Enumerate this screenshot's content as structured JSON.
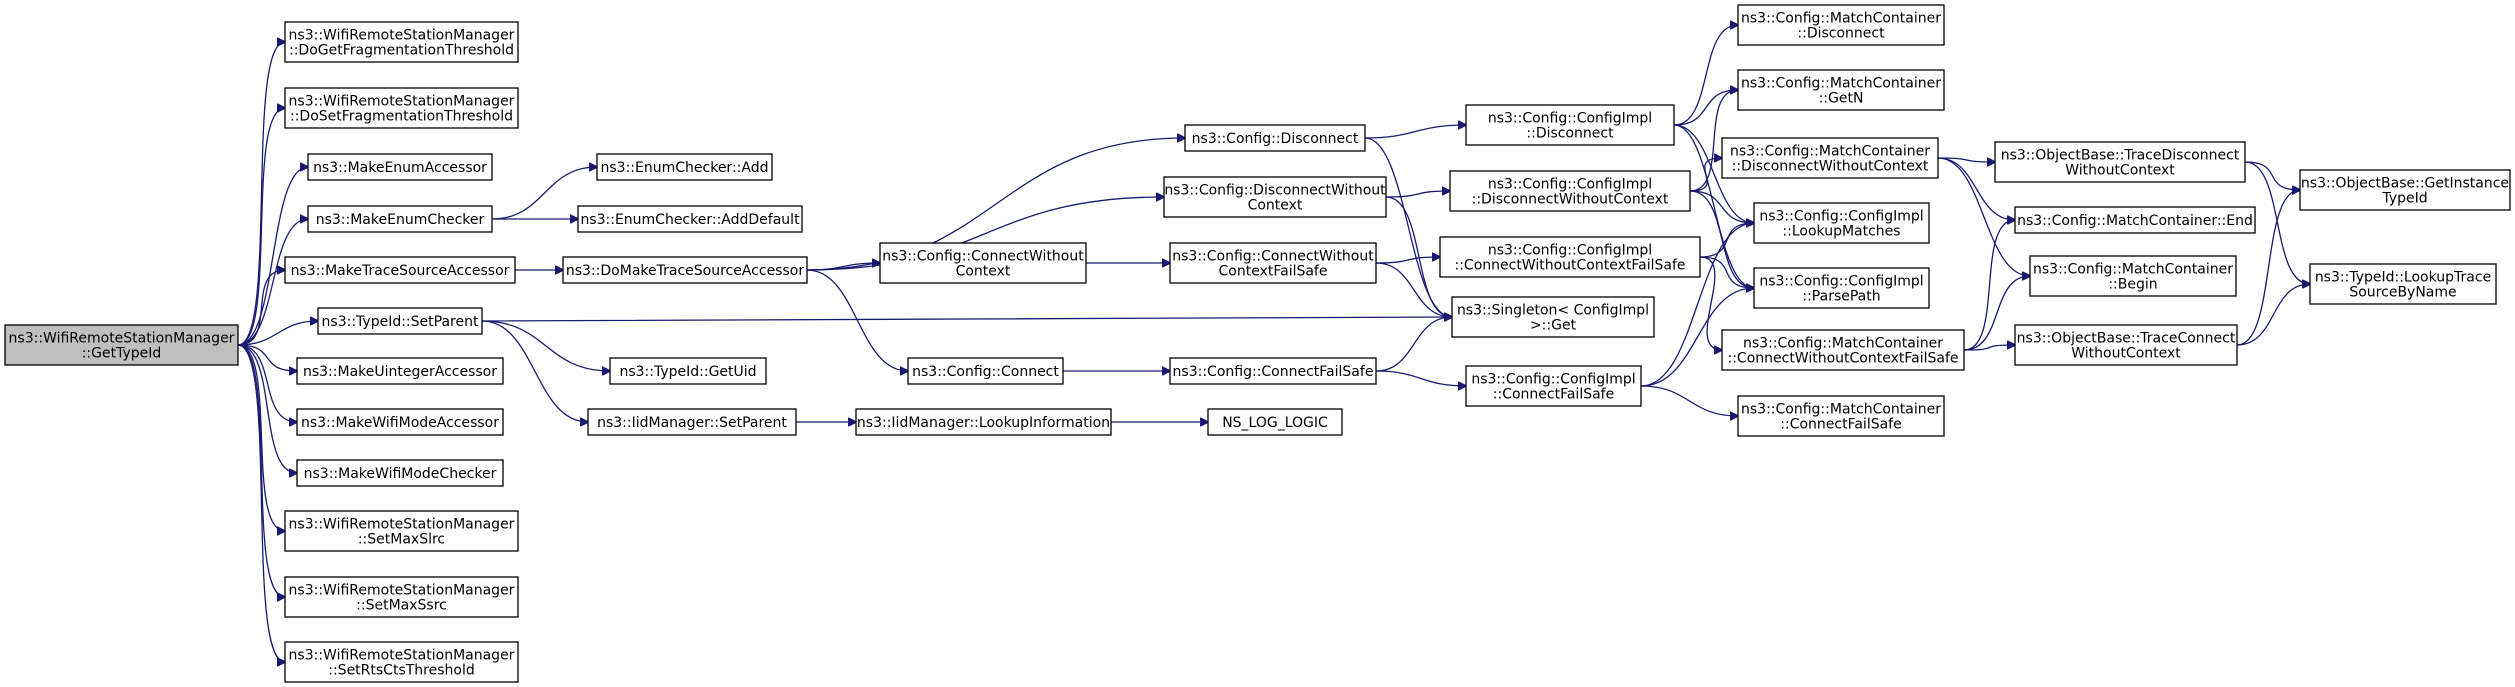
{
  "graph": {
    "nodes": [
      {
        "id": "root",
        "lines": [
          "ns3::WifiRemoteStationManager",
          "::GetTypeId"
        ],
        "root": true
      },
      {
        "id": "doGetFrag",
        "lines": [
          "ns3::WifiRemoteStationManager",
          "::DoGetFragmentationThreshold"
        ]
      },
      {
        "id": "doSetFrag",
        "lines": [
          "ns3::WifiRemoteStationManager",
          "::DoSetFragmentationThreshold"
        ]
      },
      {
        "id": "makeEnumAccessor",
        "lines": [
          "ns3::MakeEnumAccessor"
        ]
      },
      {
        "id": "makeEnumChecker",
        "lines": [
          "ns3::MakeEnumChecker"
        ]
      },
      {
        "id": "makeTraceSourceAccessor",
        "lines": [
          "ns3::MakeTraceSourceAccessor"
        ]
      },
      {
        "id": "typeIdSetParent",
        "lines": [
          "ns3::TypeId::SetParent"
        ]
      },
      {
        "id": "makeUintegerAccessor",
        "lines": [
          "ns3::MakeUintegerAccessor"
        ]
      },
      {
        "id": "makeWifiModeAccessor",
        "lines": [
          "ns3::MakeWifiModeAccessor"
        ]
      },
      {
        "id": "makeWifiModeChecker",
        "lines": [
          "ns3::MakeWifiModeChecker"
        ]
      },
      {
        "id": "setMaxSlrc",
        "lines": [
          "ns3::WifiRemoteStationManager",
          "::SetMaxSlrc"
        ]
      },
      {
        "id": "setMaxSsrc",
        "lines": [
          "ns3::WifiRemoteStationManager",
          "::SetMaxSsrc"
        ]
      },
      {
        "id": "setRtsCts",
        "lines": [
          "ns3::WifiRemoteStationManager",
          "::SetRtsCtsThreshold"
        ]
      },
      {
        "id": "enumCheckerAdd",
        "lines": [
          "ns3::EnumChecker::Add"
        ]
      },
      {
        "id": "enumCheckerAddDefault",
        "lines": [
          "ns3::EnumChecker::AddDefault"
        ]
      },
      {
        "id": "doMakeTraceSourceAccessor",
        "lines": [
          "ns3::DoMakeTraceSourceAccessor"
        ]
      },
      {
        "id": "typeIdGetUid",
        "lines": [
          "ns3::TypeId::GetUid"
        ]
      },
      {
        "id": "iidSetParent",
        "lines": [
          "ns3::IidManager::SetParent"
        ]
      },
      {
        "id": "configDisconnect",
        "lines": [
          "ns3::Config::Disconnect"
        ]
      },
      {
        "id": "configDisconnectWithout",
        "lines": [
          "ns3::Config::DisconnectWithout",
          "Context"
        ]
      },
      {
        "id": "configConnectWithout",
        "lines": [
          "ns3::Config::ConnectWithout",
          "Context"
        ]
      },
      {
        "id": "configConnect",
        "lines": [
          "ns3::Config::Connect"
        ]
      },
      {
        "id": "iidLookupInfo",
        "lines": [
          "ns3::IidManager::LookupInformation"
        ]
      },
      {
        "id": "configConnectWithoutFailSafe",
        "lines": [
          "ns3::Config::ConnectWithout",
          "ContextFailSafe"
        ]
      },
      {
        "id": "configConnectFailSafe",
        "lines": [
          "ns3::Config::ConnectFailSafe"
        ]
      },
      {
        "id": "nsLogLogic",
        "lines": [
          "NS_LOG_LOGIC"
        ]
      },
      {
        "id": "implDisconnect",
        "lines": [
          "ns3::Config::ConfigImpl",
          "::Disconnect"
        ]
      },
      {
        "id": "implDisconnectWithout",
        "lines": [
          "ns3::Config::ConfigImpl",
          "::DisconnectWithoutContext"
        ]
      },
      {
        "id": "implConnectWithoutFailSafe",
        "lines": [
          "ns3::Config::ConfigImpl",
          "::ConnectWithoutContextFailSafe"
        ]
      },
      {
        "id": "singletonGet",
        "lines": [
          "ns3::Singleton< ConfigImpl",
          " >::Get"
        ]
      },
      {
        "id": "implConnectFailSafe",
        "lines": [
          "ns3::Config::ConfigImpl",
          "::ConnectFailSafe"
        ]
      },
      {
        "id": "mcDisconnect",
        "lines": [
          "ns3::Config::MatchContainer",
          "::Disconnect"
        ]
      },
      {
        "id": "mcGetN",
        "lines": [
          "ns3::Config::MatchContainer",
          "::GetN"
        ]
      },
      {
        "id": "mcDisconnectWithout",
        "lines": [
          "ns3::Config::MatchContainer",
          "::DisconnectWithoutContext"
        ]
      },
      {
        "id": "implLookupMatches",
        "lines": [
          "ns3::Config::ConfigImpl",
          "::LookupMatches"
        ]
      },
      {
        "id": "implParsePath",
        "lines": [
          "ns3::Config::ConfigImpl",
          "::ParsePath"
        ]
      },
      {
        "id": "mcConnectWithoutFailSafe",
        "lines": [
          "ns3::Config::MatchContainer",
          "::ConnectWithoutContextFailSafe"
        ]
      },
      {
        "id": "mcConnectFailSafe",
        "lines": [
          "ns3::Config::MatchContainer",
          "::ConnectFailSafe"
        ]
      },
      {
        "id": "obTraceDisconnect",
        "lines": [
          "ns3::ObjectBase::TraceDisconnect",
          "WithoutContext"
        ]
      },
      {
        "id": "mcEnd",
        "lines": [
          "ns3::Config::MatchContainer::End"
        ]
      },
      {
        "id": "mcBegin",
        "lines": [
          "ns3::Config::MatchContainer",
          "::Begin"
        ]
      },
      {
        "id": "obTraceConnect",
        "lines": [
          "ns3::ObjectBase::TraceConnect",
          "WithoutContext"
        ]
      },
      {
        "id": "obGetInstanceTypeId",
        "lines": [
          "ns3::ObjectBase::GetInstance",
          "TypeId"
        ]
      },
      {
        "id": "typeIdLookupTrace",
        "lines": [
          "ns3::TypeId::LookupTrace",
          "SourceByName"
        ]
      }
    ],
    "edges": [
      [
        "root",
        "doGetFrag"
      ],
      [
        "root",
        "doSetFrag"
      ],
      [
        "root",
        "makeEnumAccessor"
      ],
      [
        "root",
        "makeEnumChecker"
      ],
      [
        "root",
        "makeTraceSourceAccessor"
      ],
      [
        "root",
        "typeIdSetParent"
      ],
      [
        "root",
        "makeUintegerAccessor"
      ],
      [
        "root",
        "makeWifiModeAccessor"
      ],
      [
        "root",
        "makeWifiModeChecker"
      ],
      [
        "root",
        "setMaxSlrc"
      ],
      [
        "root",
        "setMaxSsrc"
      ],
      [
        "root",
        "setRtsCts"
      ],
      [
        "makeEnumChecker",
        "enumCheckerAdd"
      ],
      [
        "makeEnumChecker",
        "enumCheckerAddDefault"
      ],
      [
        "makeTraceSourceAccessor",
        "doMakeTraceSourceAccessor"
      ],
      [
        "typeIdSetParent",
        "singletonGet"
      ],
      [
        "typeIdSetParent",
        "typeIdGetUid"
      ],
      [
        "typeIdSetParent",
        "iidSetParent"
      ],
      [
        "doMakeTraceSourceAccessor",
        "configDisconnect"
      ],
      [
        "doMakeTraceSourceAccessor",
        "configDisconnectWithout"
      ],
      [
        "doMakeTraceSourceAccessor",
        "configConnectWithout"
      ],
      [
        "doMakeTraceSourceAccessor",
        "configConnect"
      ],
      [
        "iidSetParent",
        "iidLookupInfo"
      ],
      [
        "iidLookupInfo",
        "nsLogLogic"
      ],
      [
        "configDisconnect",
        "implDisconnect"
      ],
      [
        "configDisconnect",
        "singletonGet"
      ],
      [
        "configDisconnectWithout",
        "implDisconnectWithout"
      ],
      [
        "configDisconnectWithout",
        "singletonGet"
      ],
      [
        "configConnectWithout",
        "configConnectWithoutFailSafe"
      ],
      [
        "configConnect",
        "configConnectFailSafe"
      ],
      [
        "configConnectWithoutFailSafe",
        "implConnectWithoutFailSafe"
      ],
      [
        "configConnectWithoutFailSafe",
        "singletonGet"
      ],
      [
        "configConnectFailSafe",
        "singletonGet"
      ],
      [
        "configConnectFailSafe",
        "implConnectFailSafe"
      ],
      [
        "implDisconnect",
        "mcDisconnect"
      ],
      [
        "implDisconnect",
        "mcGetN"
      ],
      [
        "implDisconnect",
        "implLookupMatches"
      ],
      [
        "implDisconnect",
        "implParsePath"
      ],
      [
        "implDisconnectWithout",
        "mcGetN"
      ],
      [
        "implDisconnectWithout",
        "mcDisconnectWithout"
      ],
      [
        "implDisconnectWithout",
        "implLookupMatches"
      ],
      [
        "implDisconnectWithout",
        "implParsePath"
      ],
      [
        "implConnectWithoutFailSafe",
        "implLookupMatches"
      ],
      [
        "implConnectWithoutFailSafe",
        "implParsePath"
      ],
      [
        "implConnectWithoutFailSafe",
        "mcConnectWithoutFailSafe"
      ],
      [
        "implConnectFailSafe",
        "implLookupMatches"
      ],
      [
        "implConnectFailSafe",
        "implParsePath"
      ],
      [
        "implConnectFailSafe",
        "mcConnectFailSafe"
      ],
      [
        "mcDisconnectWithout",
        "obTraceDisconnect"
      ],
      [
        "mcDisconnectWithout",
        "mcEnd"
      ],
      [
        "mcDisconnectWithout",
        "mcBegin"
      ],
      [
        "mcConnectWithoutFailSafe",
        "mcEnd"
      ],
      [
        "mcConnectWithoutFailSafe",
        "mcBegin"
      ],
      [
        "mcConnectWithoutFailSafe",
        "obTraceConnect"
      ],
      [
        "obTraceDisconnect",
        "obGetInstanceTypeId"
      ],
      [
        "obTraceDisconnect",
        "typeIdLookupTrace"
      ],
      [
        "obTraceConnect",
        "obGetInstanceTypeId"
      ],
      [
        "obTraceConnect",
        "typeIdLookupTrace"
      ]
    ]
  }
}
